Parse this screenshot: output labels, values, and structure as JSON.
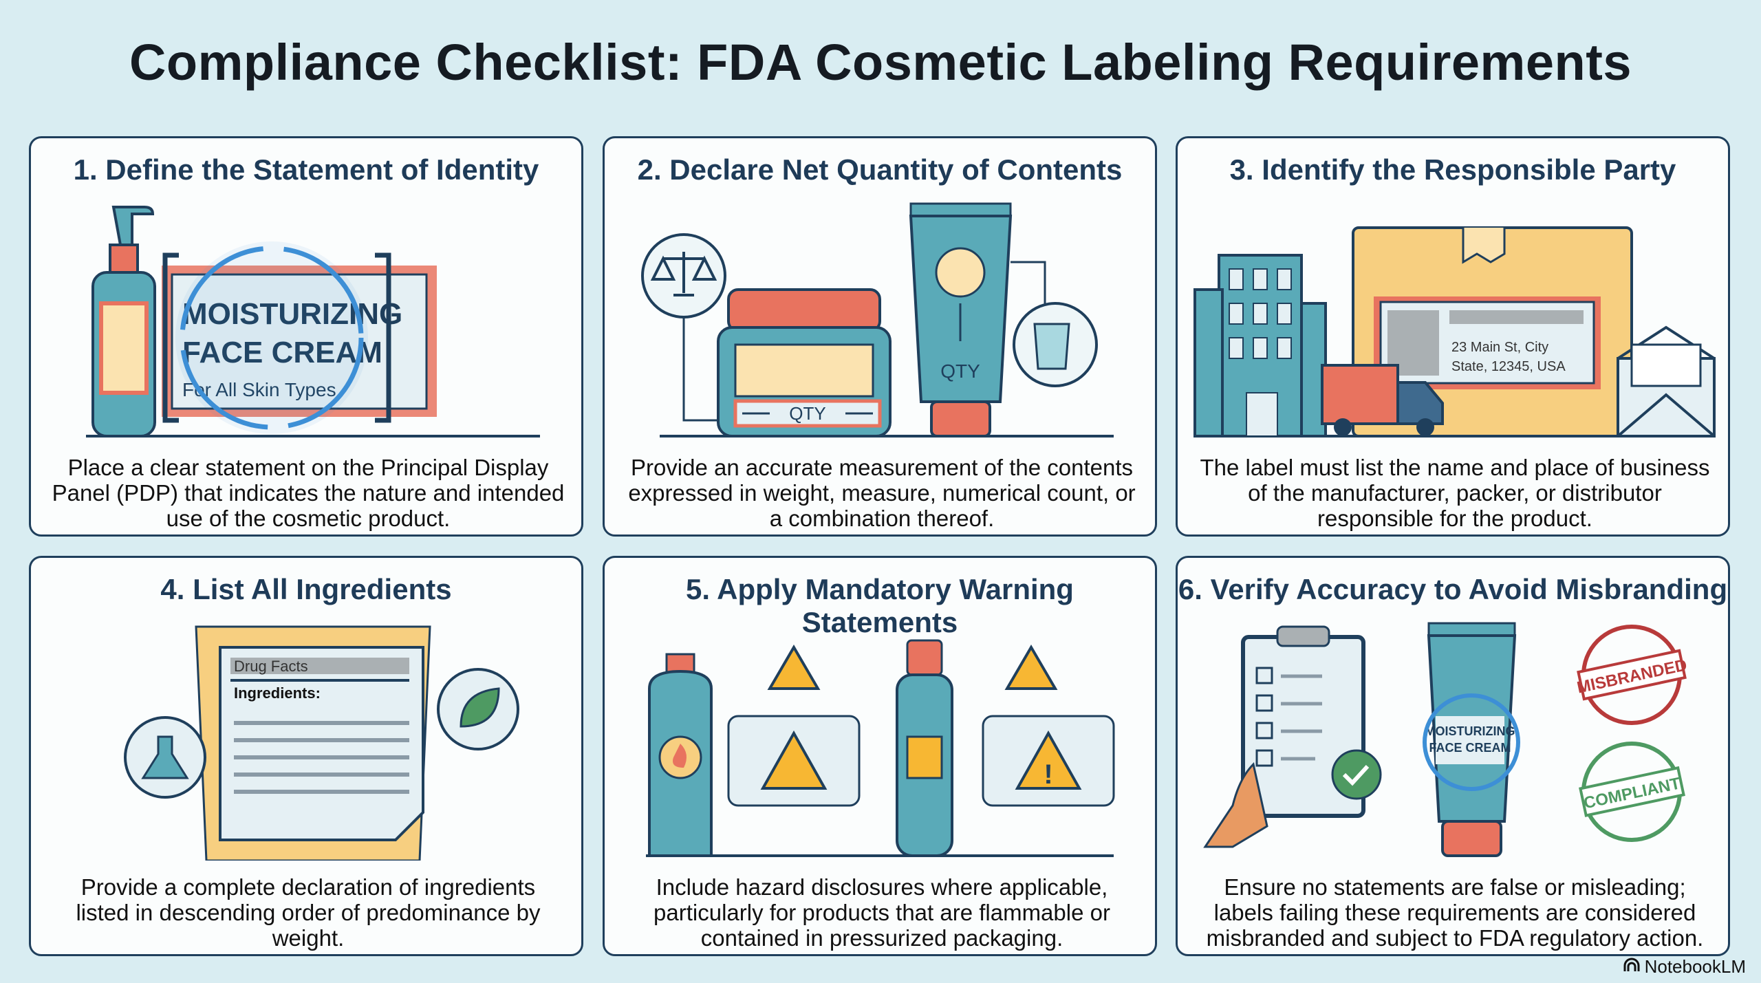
{
  "title": "Compliance Checklist: FDA Cosmetic Labeling Requirements",
  "panels": [
    {
      "title": "1. Define the Statement of Identity",
      "description": "Place a clear statement on the Principal Display Panel (PDP) that indicates the nature and intended use of the cosmetic product.",
      "label_line1": "MOISTURIZING",
      "label_line2": "FACE CREAM",
      "label_sub": "For All Skin Types"
    },
    {
      "title": "2. Declare Net Quantity of Contents",
      "description": "Provide an accurate measurement of the contents expressed in weight, measure, numerical count, or a combination thereof.",
      "qty_label": "QTY",
      "tube_label": "QTY"
    },
    {
      "title": "3. Identify the Responsible Party",
      "description": "The label must list the name and place of business of the manufacturer, packer, or distributor responsible for the product.",
      "address_line1": "23 Main St, City",
      "address_line2": "State, 12345, USA"
    },
    {
      "title": "4. List All Ingredients",
      "description": "Provide a complete declaration of ingredients listed in descending order of predominance by weight.",
      "doc_header": "Drug Facts",
      "doc_subheader": "Ingredients:"
    },
    {
      "title": "5. Apply Mandatory Warning Statements",
      "description": "Include hazard disclosures where applicable, particularly for products that are flammable or contained in pressurized packaging."
    },
    {
      "title": "6. Verify Accuracy to Avoid Misbranding",
      "description": "Ensure no statements are false or misleading; labels failing these requirements are considered misbranded and subject to FDA regulatory action.",
      "label_line1": "MOISTURIZING",
      "label_line2": "FACE CREAM",
      "stamp_bad": "MISBRANDED",
      "stamp_good": "COMPLIANT"
    }
  ],
  "footer": {
    "brand": "NotebookLM"
  },
  "colors": {
    "navy": "#1f3f5c",
    "teal": "#5aaab8",
    "coral": "#e8735f",
    "cream": "#fbe3b0",
    "blue": "#3d8fd6",
    "red": "#b83a3a",
    "green": "#4e9a62",
    "background": "#d9edf2"
  }
}
